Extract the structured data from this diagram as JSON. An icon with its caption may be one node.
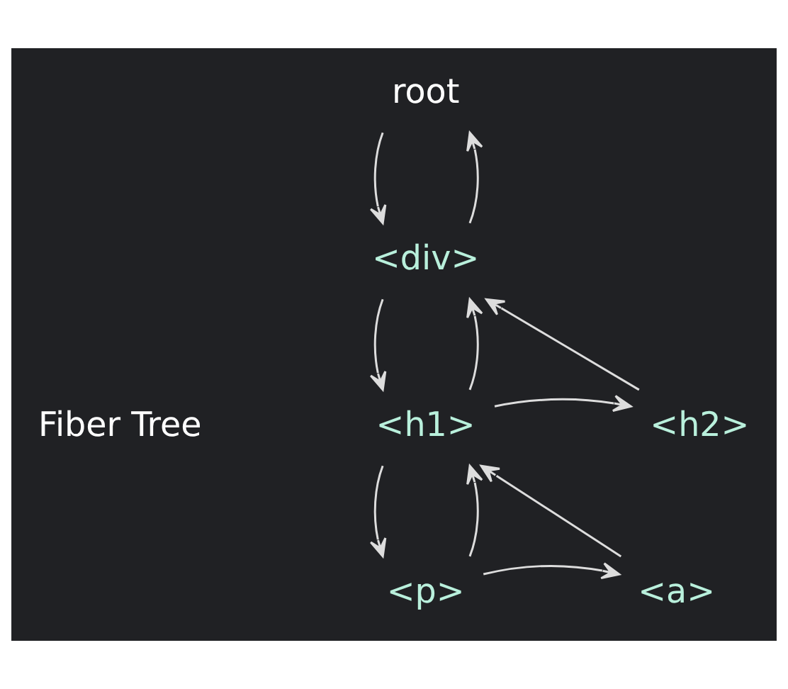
{
  "diagram": {
    "nodes": [
      {
        "text": [
          "root"
        ]
      },
      {
        "text": [
          "<div>"
        ]
      },
      {
        "text": [
          "<h1>"
        ]
      },
      {
        "text": [
          "<h2>"
        ]
      },
      {
        "text": [
          "<p>"
        ]
      },
      {
        "text": [
          "<a>"
        ]
      }
    ],
    "edges": [
      {
        "from": 0,
        "to": 1,
        "arrow": "to"
      },
      {
        "from": 1,
        "to": 0,
        "arrow": "to"
      },
      {
        "from": 1,
        "to": 2,
        "arrow": "to"
      },
      {
        "from": 2,
        "to": 1,
        "arrow": "to"
      },
      {
        "from": 3,
        "to": 1,
        "arrow": "to"
      },
      {
        "from": 2,
        "to": 3,
        "arrow": "to"
      },
      {
        "from": 2,
        "to": 4,
        "arrow": "to"
      },
      {
        "from": 4,
        "to": 2,
        "arrow": "to"
      },
      {
        "from": 5,
        "to": 2,
        "arrow": "to"
      },
      {
        "from": 4,
        "to": 5,
        "arrow": "to"
      }
    ],
    "labels": [
      "Fiber Tree"
    ]
  }
}
